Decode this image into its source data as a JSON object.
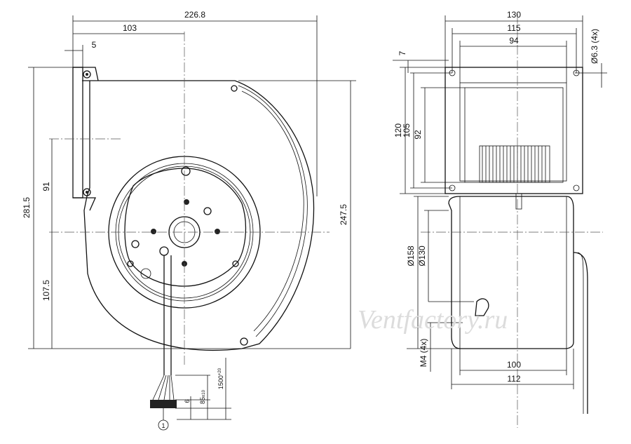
{
  "front_view": {
    "dimensions": {
      "overall_width": "226.8",
      "inlet_offset": "103",
      "flange_offset": "5",
      "overall_height": "281.5",
      "height_right": "247.5",
      "upper_height": "91",
      "lower_height": "107.5"
    },
    "cable": {
      "length": "1500",
      "length_tol": "+20",
      "strip_length": "85",
      "strip_tol": "±10",
      "end_length": "6",
      "label_marker": "1"
    }
  },
  "side_view": {
    "dimensions": {
      "total_width": "130",
      "hole_spacing_width": "115",
      "inner_width": "94",
      "hole_diameter": "Ø6.3 (4x)",
      "flange_thickness": "7",
      "total_height": "120",
      "hole_spacing_height": "105",
      "inner_height": "92",
      "housing_diameter": "Ø158",
      "inner_diameter": "Ø130",
      "mount_thread": "M4 (4x)",
      "motor_width": "100",
      "motor_total_width": "112"
    }
  },
  "watermark": "Ventfactory.ru"
}
